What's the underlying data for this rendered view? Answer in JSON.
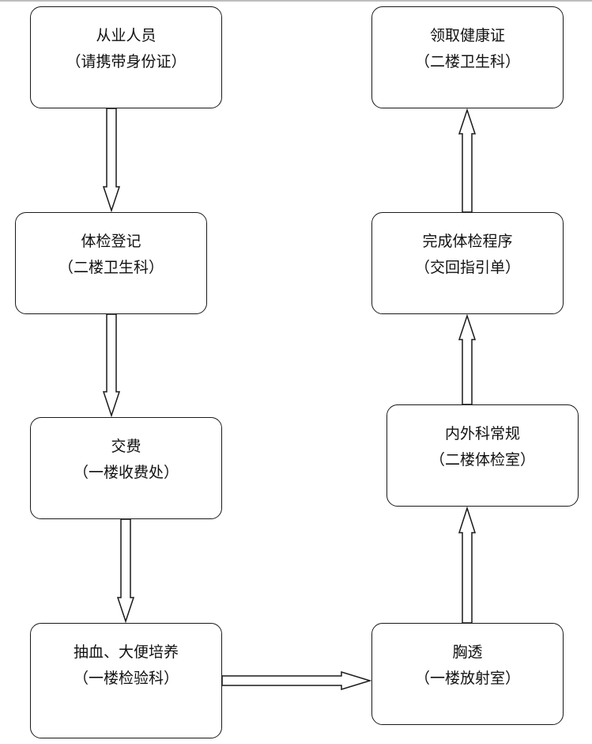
{
  "flowchart": {
    "steps": [
      {
        "id": "n1",
        "title": "从业人员",
        "note": "（请携带身份证）"
      },
      {
        "id": "n2",
        "title": "体检登记",
        "note": "（二楼卫生科）"
      },
      {
        "id": "n3",
        "title": "交费",
        "note": "（一楼收费处）"
      },
      {
        "id": "n4",
        "title": "抽血、大便培养",
        "note": "（一楼检验科）"
      },
      {
        "id": "n5",
        "title": "胸透",
        "note": "（一楼放射室）"
      },
      {
        "id": "n6",
        "title": "内外科常规",
        "note": "（二楼体检室）"
      },
      {
        "id": "n7",
        "title": "完成体检程序",
        "note": "（交回指引单）"
      },
      {
        "id": "n8",
        "title": "领取健康证",
        "note": "（二楼卫生科）"
      }
    ],
    "connections": [
      {
        "from": "n1",
        "to": "n2",
        "direction": "down"
      },
      {
        "from": "n2",
        "to": "n3",
        "direction": "down"
      },
      {
        "from": "n3",
        "to": "n4",
        "direction": "down"
      },
      {
        "from": "n4",
        "to": "n5",
        "direction": "right"
      },
      {
        "from": "n5",
        "to": "n6",
        "direction": "up"
      },
      {
        "from": "n6",
        "to": "n7",
        "direction": "up"
      },
      {
        "from": "n7",
        "to": "n8",
        "direction": "up"
      }
    ]
  }
}
